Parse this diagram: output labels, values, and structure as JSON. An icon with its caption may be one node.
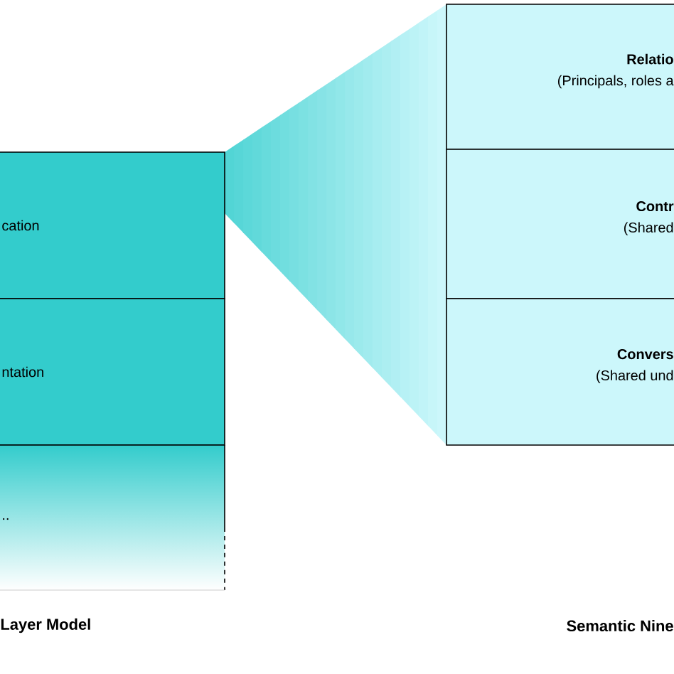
{
  "diagram": {
    "nodes": [
      {
        "text": [
          "cation"
        ]
      },
      {
        "text": [
          "ntation"
        ]
      },
      {
        "text": [
          ".."
        ]
      },
      {
        "text": [
          "Relatio",
          "(Principals, roles a"
        ]
      },
      {
        "text": [
          "Contr",
          "(Shared"
        ]
      },
      {
        "text": [
          "Convers",
          "(Shared und"
        ]
      }
    ],
    "labels": [
      "Layer Model",
      "Semantic Nine"
    ]
  }
}
